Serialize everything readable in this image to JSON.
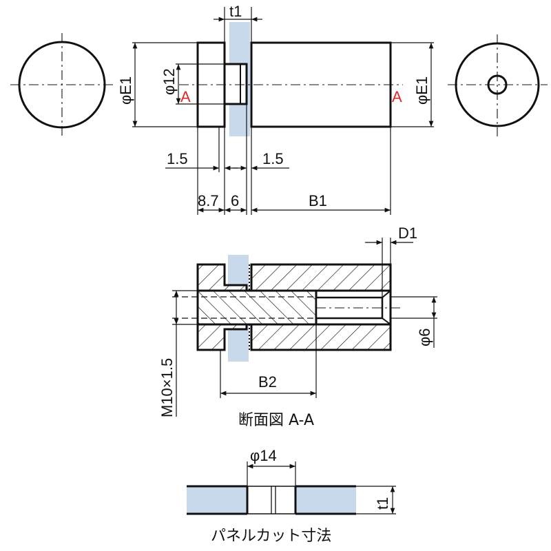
{
  "dimensions": {
    "t1_top": "t1",
    "phi_e1_left": "φE1",
    "phi_12": "φ12",
    "section_a_left": "A",
    "section_a_right": "A",
    "phi_e1_right": "φE1",
    "gap_left": "1.5",
    "gap_right": "1.5",
    "len_8_7": "8.7",
    "len_6": "6",
    "len_b1": "B1",
    "d1": "D1",
    "phi_6": "φ6",
    "thread": "M10×1.5",
    "b2": "B2",
    "phi_14": "φ14",
    "t1_side": "t1"
  },
  "captions": {
    "section_view": "断面図 A-A",
    "panel_cut": "パネルカット寸法"
  },
  "colors": {
    "panel": "#c8d9ec",
    "section_mark": "#e0282a",
    "line": "#111111"
  }
}
